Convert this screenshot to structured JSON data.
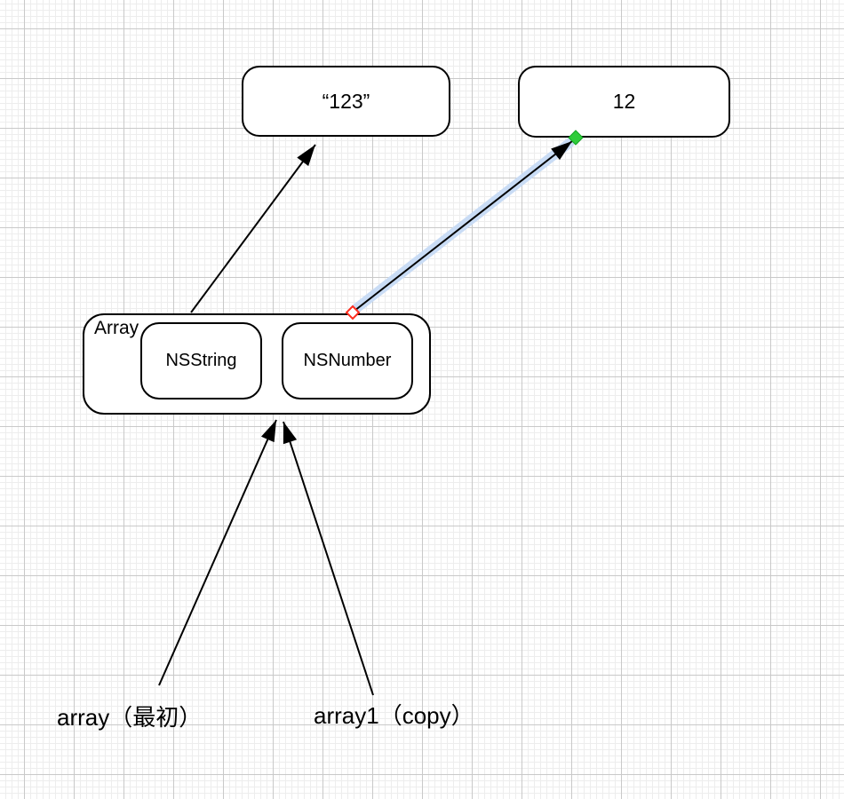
{
  "diagram": {
    "nodes": {
      "string_literal": {
        "label": "“123”"
      },
      "number_literal": {
        "label": "12"
      },
      "array_container": {
        "label": "Array"
      },
      "nsstring_item": {
        "label": "NSString"
      },
      "nsnumber_item": {
        "label": "NSNumber"
      }
    },
    "pointer_labels": {
      "array_original": "array（最初）",
      "array1_copy": "array1（copy）"
    },
    "edges": [
      {
        "from": "Array",
        "to": "“123”",
        "selected": false
      },
      {
        "from": "Array NSNumber slot",
        "to": "12",
        "selected": true
      },
      {
        "from": "array（最初）",
        "to": "Array",
        "selected": false
      },
      {
        "from": "array1（copy）",
        "to": "Array",
        "selected": false
      }
    ],
    "colors": {
      "shape_stroke": "#000000",
      "shape_fill": "#ffffff",
      "selection_halo": "#c9dcf5",
      "source_handle_red": "#ff2d1e",
      "source_handle_fill": "#ffffff",
      "target_handle_green": "#2ecc3a",
      "target_handle_edge": "#14a524",
      "grid_minor": "#ededed",
      "grid_major": "#c9c9c9"
    }
  }
}
